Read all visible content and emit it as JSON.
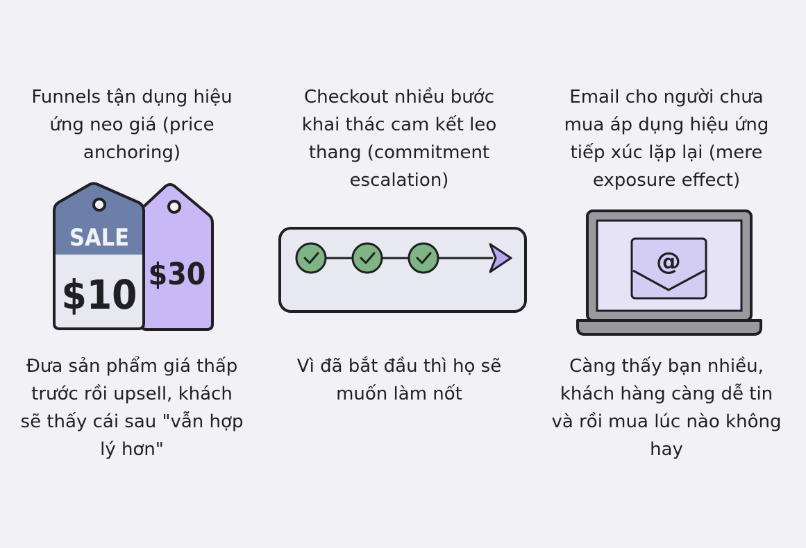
{
  "columns": [
    {
      "heading": [
        "Funnels tận dụng hiệu",
        "ứng neo giá (price",
        "anchoring)"
      ],
      "caption": [
        "Đưa sản phẩm giá thấp",
        "trước rồi upsell, khách",
        "sẽ thấy cái sau \"vẫn hợp",
        "lý hơn\""
      ],
      "illustration": {
        "front_tag": {
          "banner": "SALE",
          "price": "$10"
        },
        "back_tag": {
          "price": "$30"
        }
      }
    },
    {
      "heading": [
        "Checkout nhiều bước",
        "khai thác cam kết leo",
        "thang (commitment",
        "escalation)"
      ],
      "caption": [
        "Vì đã bắt đầu thì họ sẽ",
        "muốn làm nốt"
      ],
      "illustration": {
        "steps_completed": 3,
        "step_icon": "check-icon",
        "end_icon": "arrow-head-icon"
      }
    },
    {
      "heading": [
        "Email cho người chưa",
        "mua áp dụng hiệu ứng",
        "tiếp xúc lặp lại (mere",
        "exposure effect)"
      ],
      "caption": [
        "Càng thấy bạn nhiều,",
        "khách hàng càng dễ tin",
        "và rồi mua lúc nào không",
        "hay"
      ],
      "illustration": {
        "device": "laptop-icon",
        "symbol": "@",
        "envelope_icon": "envelope-icon"
      }
    }
  ],
  "colors": {
    "background": "#f2f2f6",
    "tag_front_top": "#6b7fa8",
    "tag_front_bottom": "#e8e9f0",
    "tag_back": "#c8b8f5",
    "step_check": "#7fb485",
    "arrow": "#b9a6ee",
    "screen": "#e6e3f7",
    "laptop_frame": "#9a9a9e",
    "outline": "#1f1f24"
  }
}
